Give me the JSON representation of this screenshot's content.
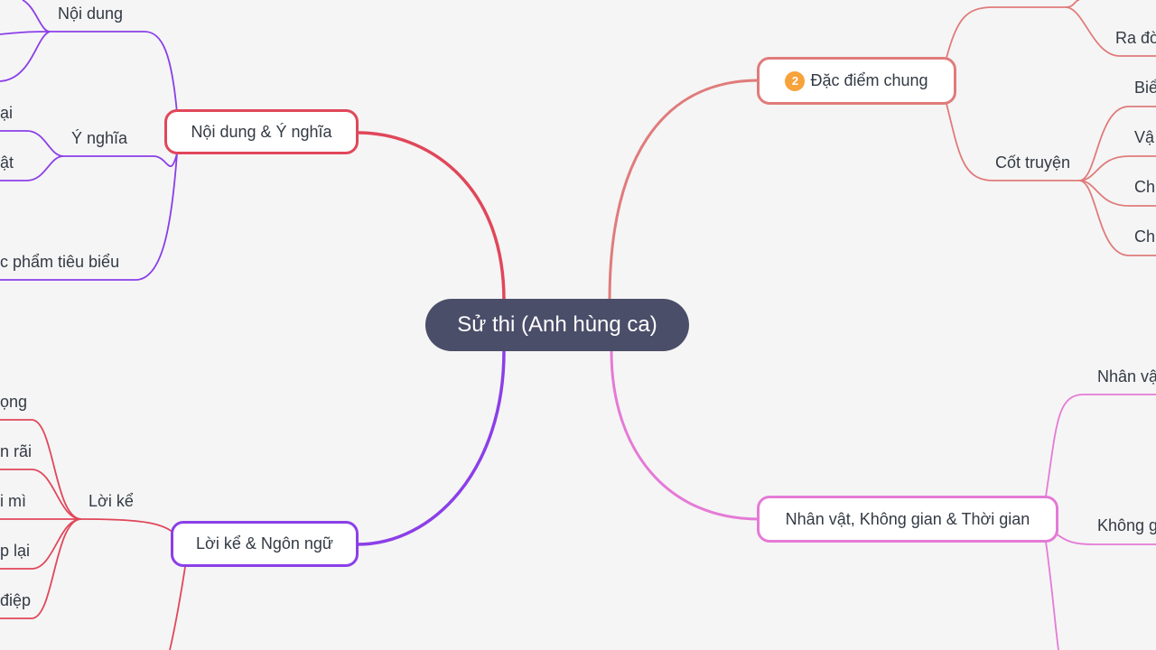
{
  "root": {
    "label": "Sử thi (Anh hùng ca)"
  },
  "colors": {
    "red": "#e0475a",
    "purple": "#8b3fe8",
    "salmon": "#e07b7b",
    "pink": "#e57ad6",
    "root_bg": "#4b4e69",
    "badge": "#f7a23b"
  },
  "branches": {
    "noi_dung_y_nghia": {
      "label": "Nội dung & Ý nghĩa",
      "children": {
        "noi_dung": "Nội dung",
        "y_nghia": "Ý nghĩa",
        "y_nghia_children": [
          "ại",
          "ật"
        ],
        "tac_pham": "c phẩm tiêu biểu"
      }
    },
    "loi_ke_ngon_ngu": {
      "label": "Lời kể & Ngôn ngữ",
      "children": {
        "loi_ke": "Lời kể",
        "loi_ke_children": [
          "ọng",
          "n rãi",
          "i mì",
          "p lại",
          "điệp"
        ]
      }
    },
    "dac_diem_chung": {
      "label": "Đặc điểm chung",
      "badge": "2",
      "children": {
        "ra_doi": "Ra đờ",
        "cot_truyen": "Cốt truyện",
        "cot_truyen_children": [
          "Biể",
          "Vậ",
          "Ch",
          "Ch"
        ]
      }
    },
    "nhan_vat": {
      "label": "Nhân vật, Không gian & Thời gian",
      "children": {
        "nhan_vat_child": "Nhân vậ",
        "khong_gian_child": "Không g"
      }
    }
  }
}
